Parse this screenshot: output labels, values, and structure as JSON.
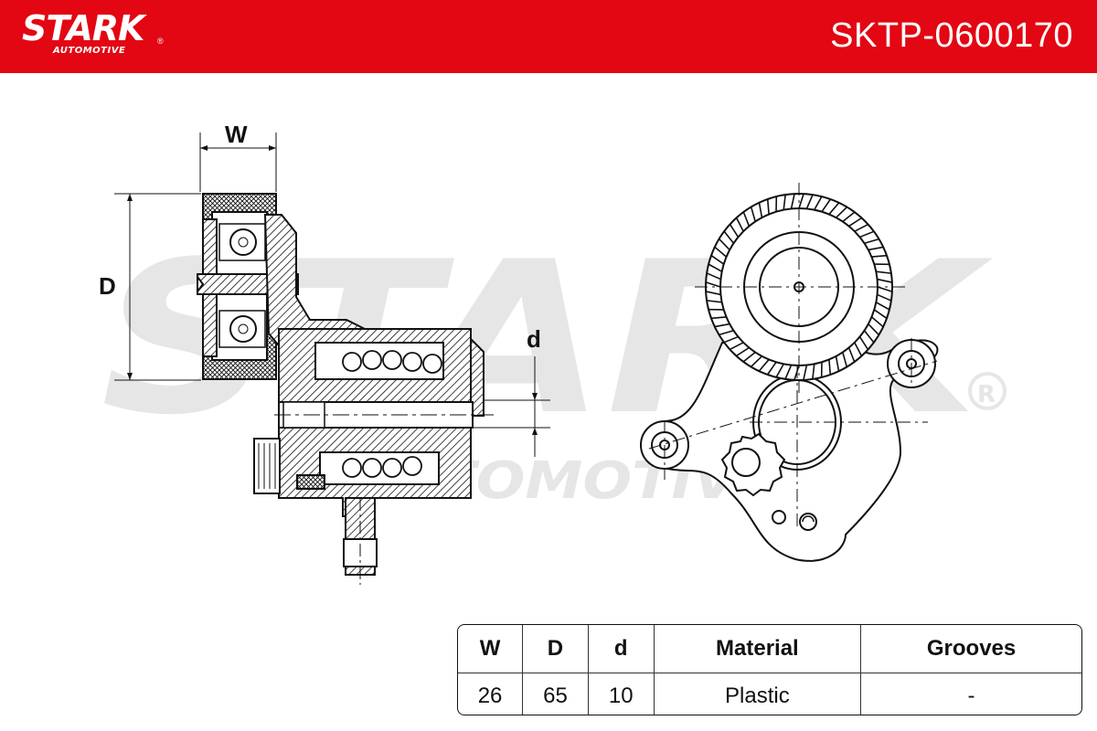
{
  "header": {
    "brand": "STARK",
    "brand_sub": "AUTOMOTIVE",
    "part_number": "SKTP-0600170",
    "background_color": "#e30613"
  },
  "diagram": {
    "label_w": "W",
    "label_d_upper": "D",
    "label_d_lower": "d",
    "watermark_text": "STARK",
    "watermark_sub": "AUTOMOTIVE",
    "watermark_color": "#e6e6e6"
  },
  "specs": {
    "headers": [
      "W",
      "D",
      "d",
      "Material",
      "Grooves"
    ],
    "values": [
      "26",
      "65",
      "10",
      "Plastic",
      "-"
    ]
  }
}
